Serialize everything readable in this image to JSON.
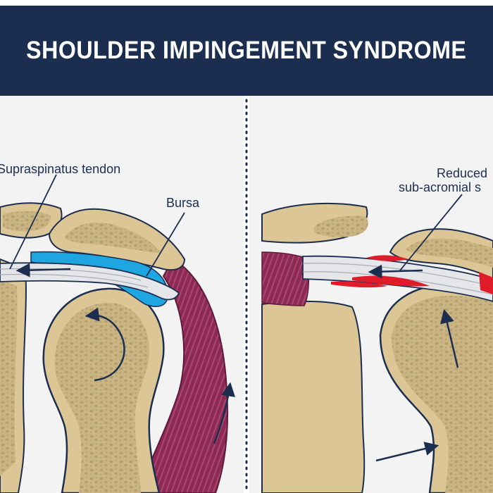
{
  "title": "SHOULDER IMPINGEMENT SYNDROME",
  "labels": {
    "supraspinatus_tendon": "Supraspinatus tendon",
    "bursa": "Bursa",
    "reduced_line1": "Reduced",
    "reduced_line2": "sub-acromial s"
  },
  "colors": {
    "banner": "#1c2e50",
    "bone": "#dcc695",
    "bone_inner": "#b6a274",
    "bursa": "#1fa5e0",
    "muscle": "#8c2a55",
    "inflammation": "#e01b2a",
    "tendon": "#e4e6ea"
  }
}
